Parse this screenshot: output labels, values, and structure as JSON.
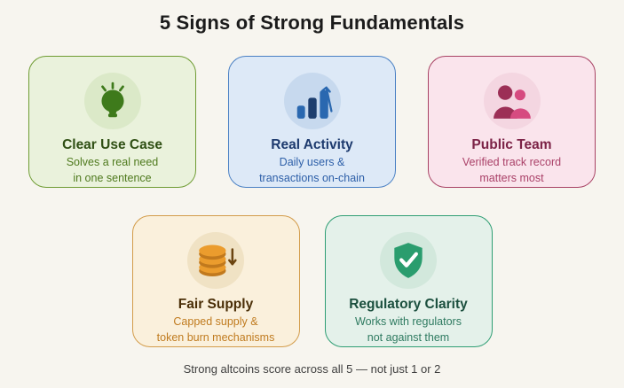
{
  "page": {
    "background": "#f7f5ef",
    "title": "5 Signs of Strong Fundamentals",
    "title_color": "#1b1b1b",
    "footer": "Strong altcoins score across all 5 — not just 1 or 2",
    "footer_color": "#3f3f3f"
  },
  "cards": [
    {
      "icon": "lightbulb-icon",
      "title": "Clear Use Case",
      "subtitle_line1": "Solves a real need",
      "subtitle_line2": "in one sentence",
      "colors": {
        "bg": "#eaf2dc",
        "border": "#6f9c33",
        "chip": "#dbe9c8",
        "icon": "#3e7a1b",
        "icon2": "#3e7a1b",
        "accent": "#3e7a1b",
        "title": "#2f4f14",
        "text": "#4f7a1e"
      }
    },
    {
      "icon": "bar-chart-icon",
      "title": "Real Activity",
      "subtitle_line1": "Daily users &",
      "subtitle_line2": "transactions on-chain",
      "colors": {
        "bg": "#dde9f7",
        "border": "#4a80c4",
        "chip": "#c7d9ee",
        "icon": "#2a68b0",
        "icon2": "#1d3e6e",
        "accent": "#2a68b0",
        "title": "#1d3a6e",
        "text": "#2d5fa8"
      }
    },
    {
      "icon": "people-icon",
      "title": "Public Team",
      "subtitle_line1": "Verified track record",
      "subtitle_line2": "matters most",
      "colors": {
        "bg": "#fae4ec",
        "border": "#a84264",
        "chip": "#f4d6e1",
        "icon": "#9c2f56",
        "icon2": "#d64b80",
        "accent": "#9c2f56",
        "title": "#7c2347",
        "text": "#aa4168"
      }
    },
    {
      "icon": "coins-icon",
      "title": "Fair Supply",
      "subtitle_line1": "Capped supply &",
      "subtitle_line2": "token burn mechanisms",
      "colors": {
        "bg": "#faf0dc",
        "border": "#d39c4a",
        "chip": "#f0e2c4",
        "icon": "#eb9c2d",
        "icon2": "#c1791d",
        "accent": "#6b4410",
        "title": "#4a2e07",
        "text": "#c07b1f"
      }
    },
    {
      "icon": "shield-check-icon",
      "title": "Regulatory Clarity",
      "subtitle_line1": "Works with regulators",
      "subtitle_line2": "not against them",
      "colors": {
        "bg": "#e4f1ea",
        "border": "#2f9e74",
        "chip": "#d2e8dc",
        "icon": "#2a9d6e",
        "icon2": "#ffffff",
        "accent": "#2a9d6e",
        "title": "#1b4f3e",
        "text": "#2e7a60"
      }
    }
  ]
}
